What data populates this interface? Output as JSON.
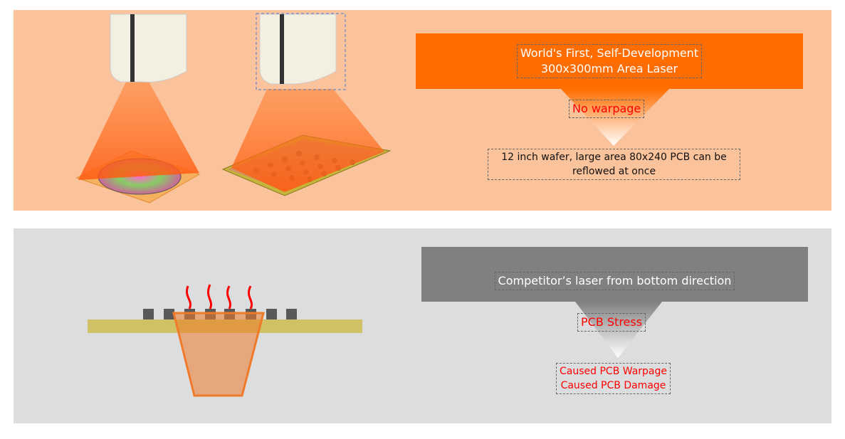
{
  "top": {
    "banner": {
      "line1": "World's First, Self-Development",
      "line2": "300x300mm Area Laser"
    },
    "result": "No warpage",
    "detail": {
      "line1": "12 inch wafer, large area 80x240 PCB can be",
      "line2": "reflowed at once"
    }
  },
  "bottom": {
    "banner": "Competitor’s laser from bottom direction",
    "result": "PCB Stress",
    "detail": {
      "line1": "Caused PCB Warpage",
      "line2": "Caused PCB Damage"
    }
  },
  "colors": {
    "top_bg": "#fbc39b",
    "bottom_bg": "#dcdddf",
    "orange": "#ff6d00",
    "gray": "#808080",
    "red": "#ff0000"
  }
}
